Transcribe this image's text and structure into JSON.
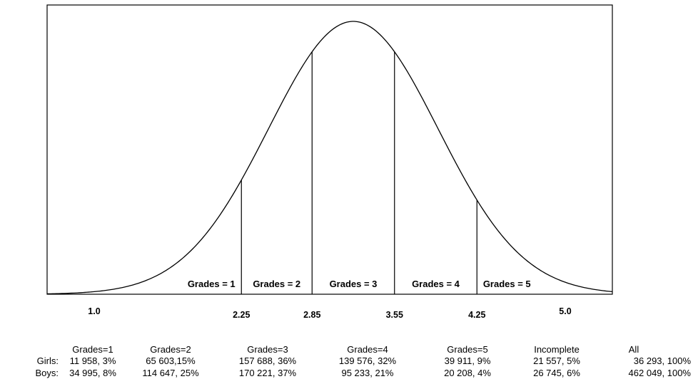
{
  "chart_data": {
    "type": "area",
    "title": "",
    "xlabel": "",
    "ylabel": "",
    "xlim": [
      0.6,
      5.4
    ],
    "distribution": {
      "kind": "normal",
      "mean": 3.2,
      "sd": 0.72
    },
    "tick_labels": [
      {
        "x": 1.0,
        "label": "1.0"
      },
      {
        "x": 2.25,
        "label": "2.25"
      },
      {
        "x": 2.85,
        "label": "2.85"
      },
      {
        "x": 3.55,
        "label": "3.55"
      },
      {
        "x": 4.25,
        "label": "4.25"
      },
      {
        "x": 5.0,
        "label": "5.0"
      }
    ],
    "cutoffs": [
      2.25,
      2.85,
      3.55,
      4.25
    ],
    "regions": [
      {
        "label": "Grades = 1",
        "from": 1.0,
        "to": 2.25
      },
      {
        "label": "Grades = 2",
        "from": 2.25,
        "to": 2.85
      },
      {
        "label": "Grades = 3",
        "from": 2.85,
        "to": 3.55
      },
      {
        "label": "Grades = 4",
        "from": 3.55,
        "to": 4.25
      },
      {
        "label": "Grades = 5",
        "from": 4.25,
        "to": 5.0
      }
    ]
  },
  "stats_table": {
    "columns": [
      "Grades=1",
      "Grades=2",
      "Grades=3",
      "Grades=4",
      "Grades=5",
      "Incomplete",
      "All"
    ],
    "rows": [
      {
        "label": "Girls:",
        "cells": [
          "11 958, 3%",
          "65 603,15%",
          "157 688, 36%",
          "139 576, 32%",
          "39 911, 9%",
          "21 557, 5%",
          "36 293,  100%"
        ]
      },
      {
        "label": "Boys:",
        "cells": [
          "34 995, 8%",
          "114 647, 25%",
          "170 221, 37%",
          "95 233, 21%",
          "20 208, 4%",
          "26 745, 6%",
          "462 049,  100%"
        ]
      }
    ]
  }
}
